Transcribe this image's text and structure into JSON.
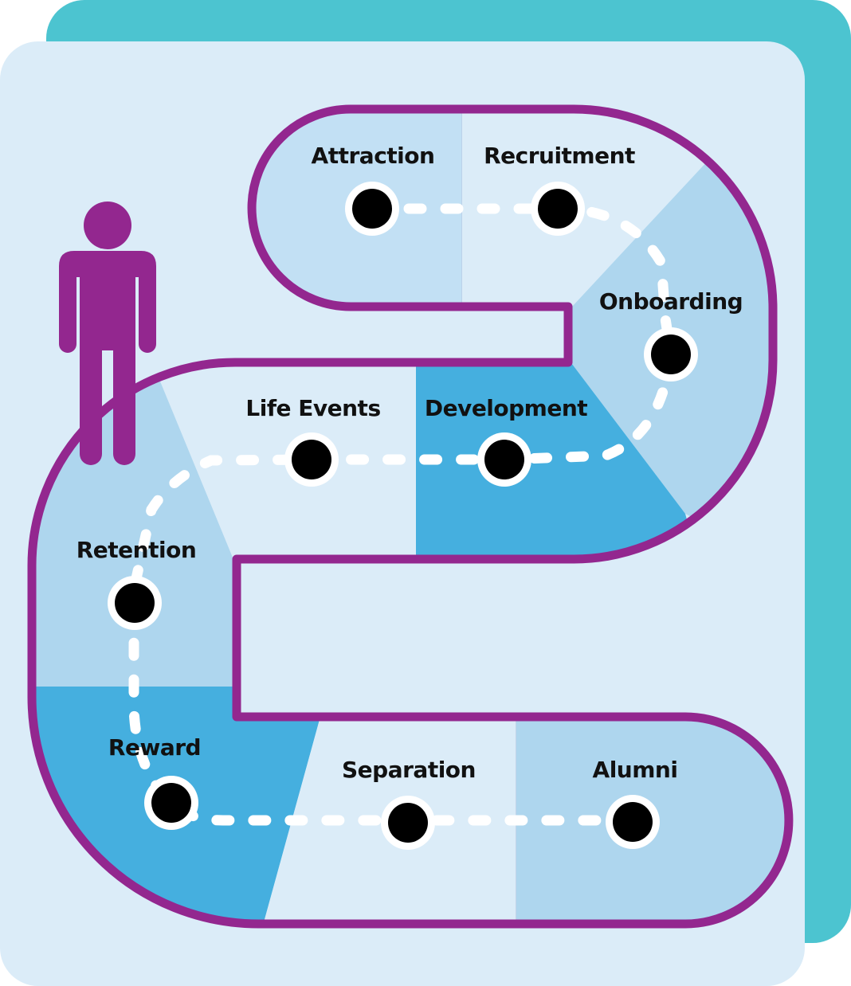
{
  "colors": {
    "back_card": "#4cc4d0",
    "front_card": "#dbecf8",
    "path_outline": "#93278f",
    "region_light": "#dbecf8",
    "region_mid": "#aed6ee",
    "region_soft": "#c2e0f4",
    "region_dark": "#45afdf",
    "person": "#93278f",
    "node_fill": "#000000",
    "node_ring": "#ffffff",
    "dash": "#ffffff"
  },
  "icons": {
    "person": "person-icon",
    "node": "stage-node-icon"
  },
  "stages": [
    {
      "id": "attraction",
      "label": "Attraction"
    },
    {
      "id": "recruitment",
      "label": "Recruitment"
    },
    {
      "id": "onboarding",
      "label": "Onboarding"
    },
    {
      "id": "development",
      "label": "Development"
    },
    {
      "id": "life-events",
      "label": "Life Events"
    },
    {
      "id": "retention",
      "label": "Retention"
    },
    {
      "id": "reward",
      "label": "Reward"
    },
    {
      "id": "separation",
      "label": "Separation"
    },
    {
      "id": "alumni",
      "label": "Alumni"
    }
  ]
}
